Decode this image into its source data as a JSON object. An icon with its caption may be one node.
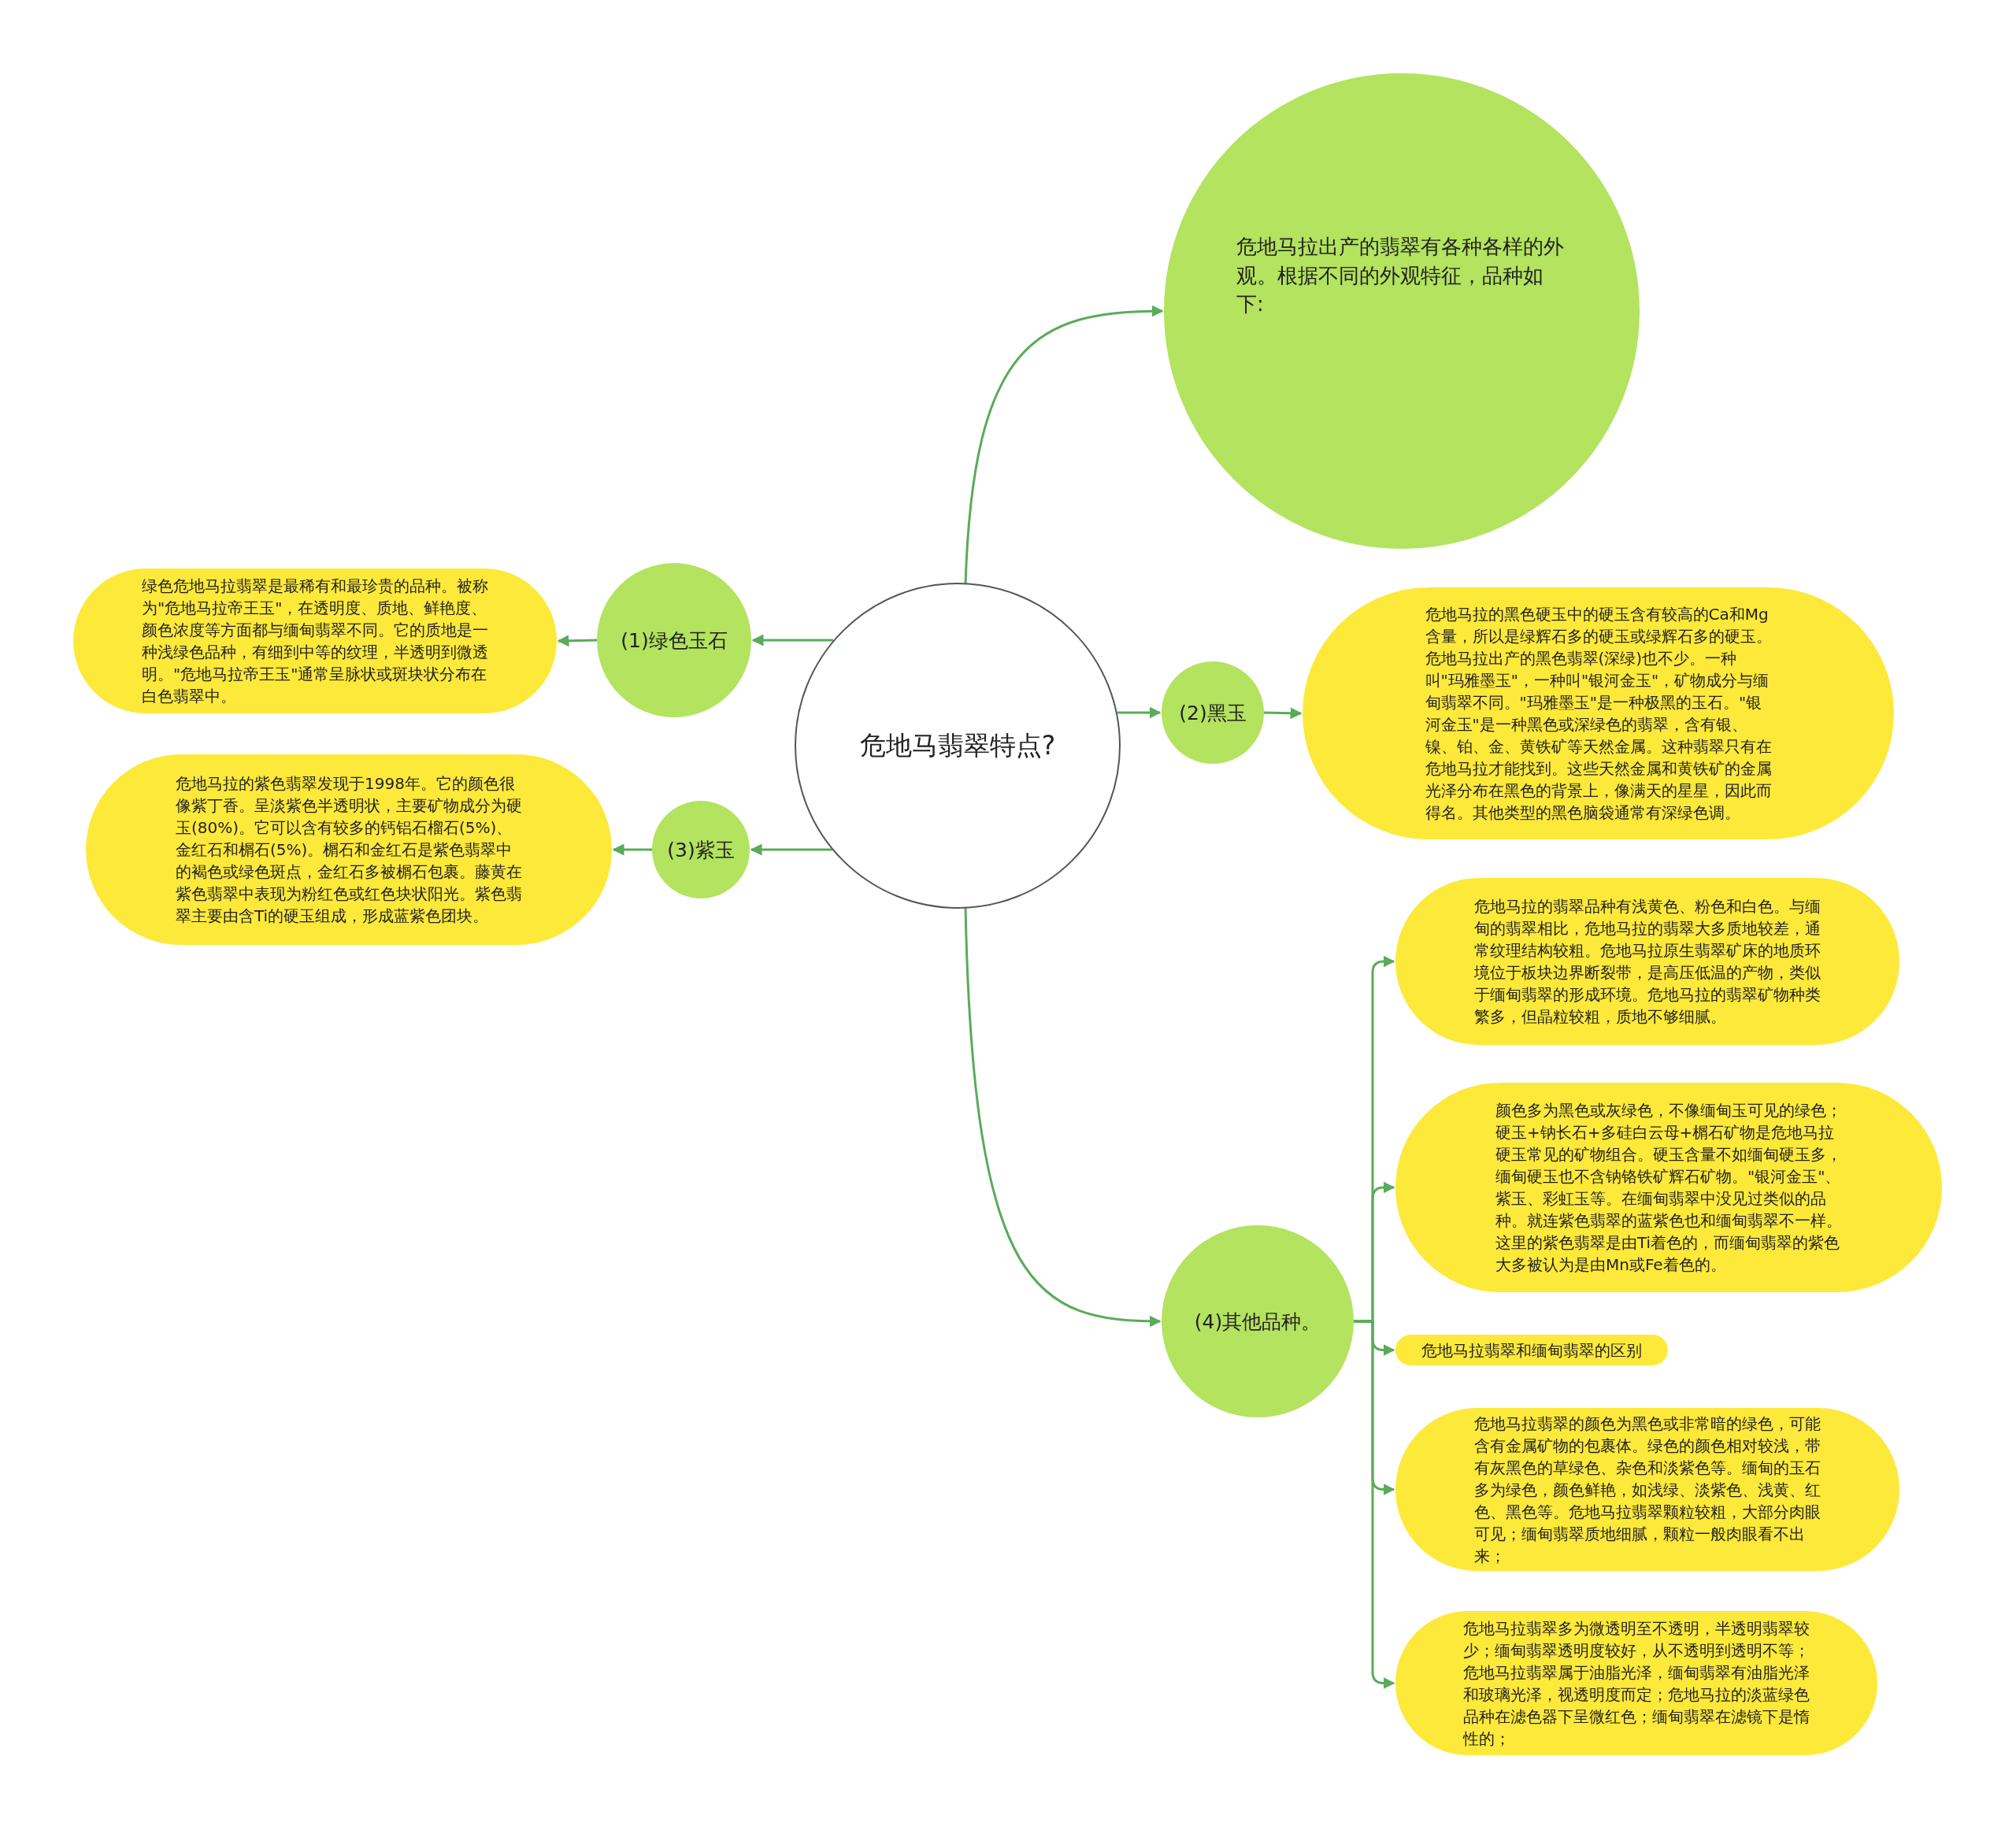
{
  "diagram": {
    "nodes": [
      {
        "text": [
          "危地马翡翠特点?"
        ]
      },
      {
        "text": [
          "危地马拉出产的翡翠有各种各样的外观。根据不同的外观特征，品种如下:"
        ]
      },
      {
        "text": [
          "(1)绿色玉石"
        ]
      },
      {
        "text": [
          "绿色危地马拉翡翠是最稀有和最珍贵的品种。被称为\"危地马拉帝王玉\"，在透明度、质地、鲜艳度、颜色浓度等方面都与缅甸翡翠不同。它的质地是一种浅绿色品种，有细到中等的纹理，半透明到微透明。\"危地马拉帝王玉\"通常呈脉状或斑块状分布在白色翡翠中。"
        ]
      },
      {
        "text": [
          "(2)黑玉"
        ]
      },
      {
        "text": [
          "危地马拉的黑色硬玉中的硬玉含有较高的Ca和Mg含量，所以是绿辉石多的硬玉或绿辉石多的硬玉。危地马拉出产的黑色翡翠(深绿)也不少。一种叫\"玛雅墨玉\"，一种叫\"银河金玉\"，矿物成分与缅甸翡翠不同。\"玛雅墨玉\"是一种极黑的玉石。\"银河金玉\"是一种黑色或深绿色的翡翠，含有银、镍、铂、金、黄铁矿等天然金属。这种翡翠只有在危地马拉才能找到。这些天然金属和黄铁矿的金属光泽分布在黑色的背景上，像满天的星星，因此而得名。其他类型的黑色脑袋通常有深绿色调。"
        ]
      },
      {
        "text": [
          "(3)紫玉"
        ]
      },
      {
        "text": [
          "危地马拉的紫色翡翠发现于1998年。它的颜色很像紫丁香。呈淡紫色半透明状，主要矿物成分为硬玉(80%)。它可以含有较多的钙铝石榴石(5%)、金红石和榍石(5%)。榍石和金红石是紫色翡翠中的褐色或绿色斑点，金红石多被榍石包裹。藤黄在紫色翡翠中表现为粉红色或红色块状阳光。紫色翡翠主要由含Ti的硬玉组成，形成蓝紫色团块。"
        ]
      },
      {
        "text": [
          "(4)其他品种。"
        ]
      },
      {
        "text": [
          "危地马拉的翡翠品种有浅黄色、粉色和白色。与缅甸的翡翠相比，危地马拉的翡翠大多质地较差，通常纹理结构较粗。危地马拉原生翡翠矿床的地质环境位于板块边界断裂带，是高压低温的产物，类似于缅甸翡翠的形成环境。危地马拉的翡翠矿物种类繁多，但晶粒较粗，质地不够细腻。"
        ]
      },
      {
        "text": [
          "颜色多为黑色或灰绿色，不像缅甸玉可见的绿色；硬玉+钠长石+多硅白云母+榍石矿物是危地马拉硬玉常见的矿物组合。硬玉含量不如缅甸硬玉多，缅甸硬玉也不含钠铬铁矿辉石矿物。\"银河金玉\"、紫玉、彩虹玉等。在缅甸翡翠中没见过类似的品种。就连紫色翡翠的蓝紫色也和缅甸翡翠不一样。这里的紫色翡翠是由Ti着色的，而缅甸翡翠的紫色大多被认为是由Mn或Fe着色的。"
        ]
      },
      {
        "text": [
          "危地马拉翡翠和缅甸翡翠的区别"
        ]
      },
      {
        "text": [
          "危地马拉翡翠的颜色为黑色或非常暗的绿色，可能含有金属矿物的包裹体。绿色的颜色相对较浅，带有灰黑色的草绿色、杂色和淡紫色等。缅甸的玉石多为绿色，颜色鲜艳，如浅绿、淡紫色、浅黄、红色、黑色等。危地马拉翡翠颗粒较粗，大部分肉眼可见；缅甸翡翠质地细腻，颗粒一般肉眼看不出来；"
        ]
      },
      {
        "text": [
          "危地马拉翡翠多为微透明至不透明，半透明翡翠较少；缅甸翡翠透明度较好，从不透明到透明不等；危地马拉翡翠属于油脂光泽，缅甸翡翠有油脂光泽和玻璃光泽，视透明度而定；危地马拉的淡蓝绿色品种在滤色器下呈微红色；缅甸翡翠在滤镜下是惰性的；"
        ]
      }
    ],
    "edges": [
      {
        "from": 0,
        "to": 1,
        "arrow": "to"
      },
      {
        "from": 0,
        "to": 2,
        "arrow": "to"
      },
      {
        "from": 2,
        "to": 3,
        "arrow": "to"
      },
      {
        "from": 0,
        "to": 4,
        "arrow": "to"
      },
      {
        "from": 4,
        "to": 5,
        "arrow": "to"
      },
      {
        "from": 0,
        "to": 6,
        "arrow": "to"
      },
      {
        "from": 6,
        "to": 7,
        "arrow": "to"
      },
      {
        "from": 0,
        "to": 8,
        "arrow": "to"
      },
      {
        "from": 8,
        "to": 9,
        "arrow": "to"
      },
      {
        "from": 8,
        "to": 10,
        "arrow": "to"
      },
      {
        "from": 8,
        "to": 11,
        "arrow": "to"
      },
      {
        "from": 8,
        "to": 12,
        "arrow": "to"
      },
      {
        "from": 8,
        "to": 13,
        "arrow": "to"
      }
    ]
  }
}
